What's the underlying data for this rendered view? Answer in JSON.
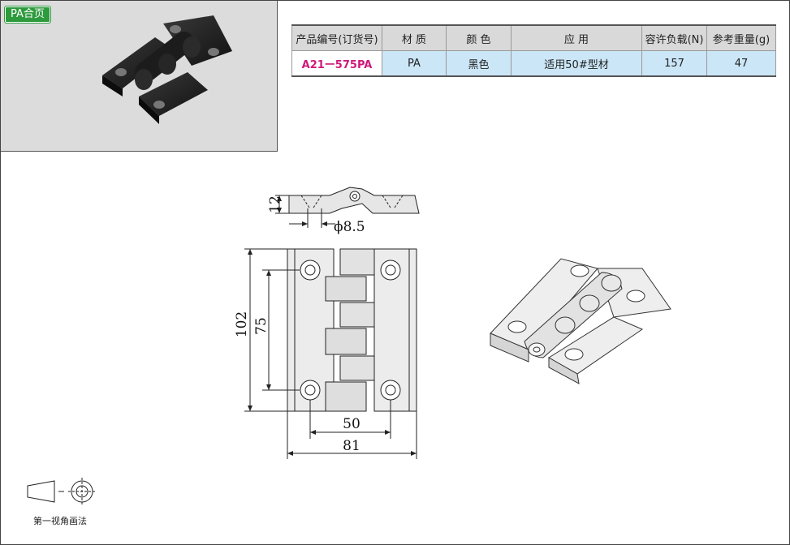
{
  "badge": "PA合页",
  "table": {
    "headers": [
      "产品编号(订货号)",
      "材 质",
      "颜 色",
      "应 用",
      "容许负载(N)",
      "参考重量(g)"
    ],
    "row": {
      "code": "A21ー575PA",
      "material": "PA",
      "color": "黑色",
      "application": "适用50#型材",
      "load": "157",
      "weight": "47"
    }
  },
  "dimensions": {
    "thickness": "12",
    "pin_diameter": "ϕ8.5",
    "height": "102",
    "hole_spacing_v": "75",
    "hole_spacing_h": "50",
    "width": "81"
  },
  "projection_label": "第一视角画法",
  "colors": {
    "badge_green": "#2e9a3e",
    "code_magenta": "#d0197a",
    "table_cell_blue": "#cbe6f7",
    "header_gray": "#d9d9d9"
  }
}
